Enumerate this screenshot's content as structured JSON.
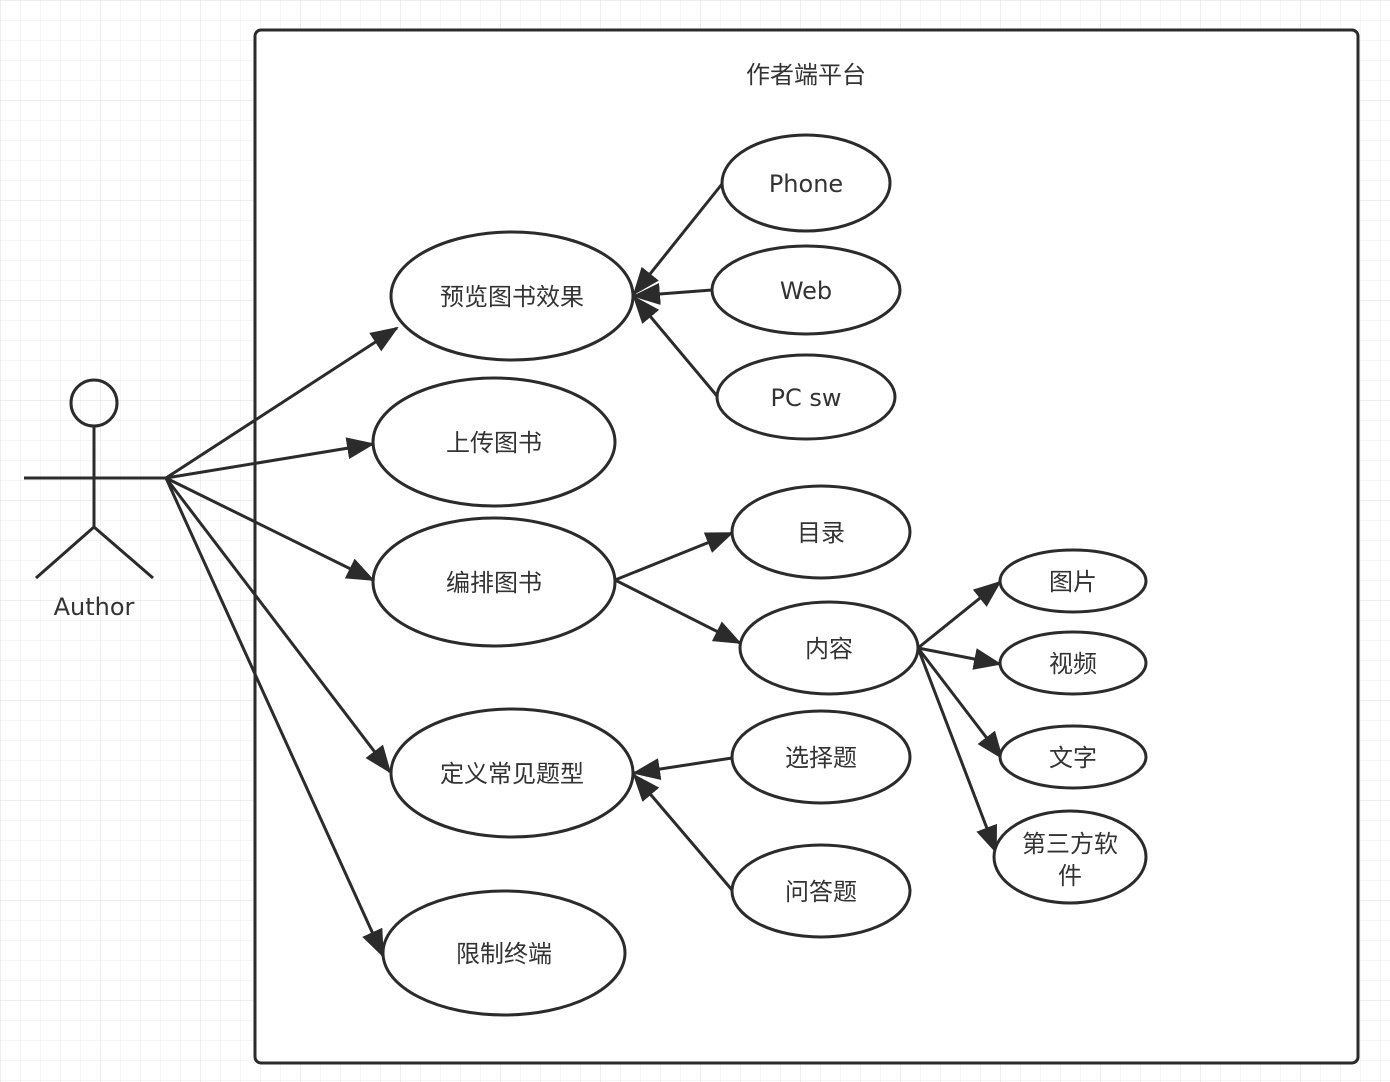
{
  "diagram": {
    "title": "作者端平台",
    "actor": {
      "label": "Author"
    },
    "use_cases": {
      "preview": "预览图书效果",
      "upload": "上传图书",
      "edit": "编排图书",
      "define": "定义常见题型",
      "limit": "限制终端",
      "phone": "Phone",
      "web": "Web",
      "pcsw": "PC sw",
      "toc": "目录",
      "content": "内容",
      "image": "图片",
      "video": "视频",
      "text": "文字",
      "thirdparty_line1": "第三方软",
      "thirdparty_line2": "件",
      "choice": "选择题",
      "qa": "问答题"
    },
    "colors": {
      "stroke": "#2b2b2b",
      "text": "#333333",
      "grid": "#e6e6e6",
      "background": "#ffffff"
    }
  }
}
